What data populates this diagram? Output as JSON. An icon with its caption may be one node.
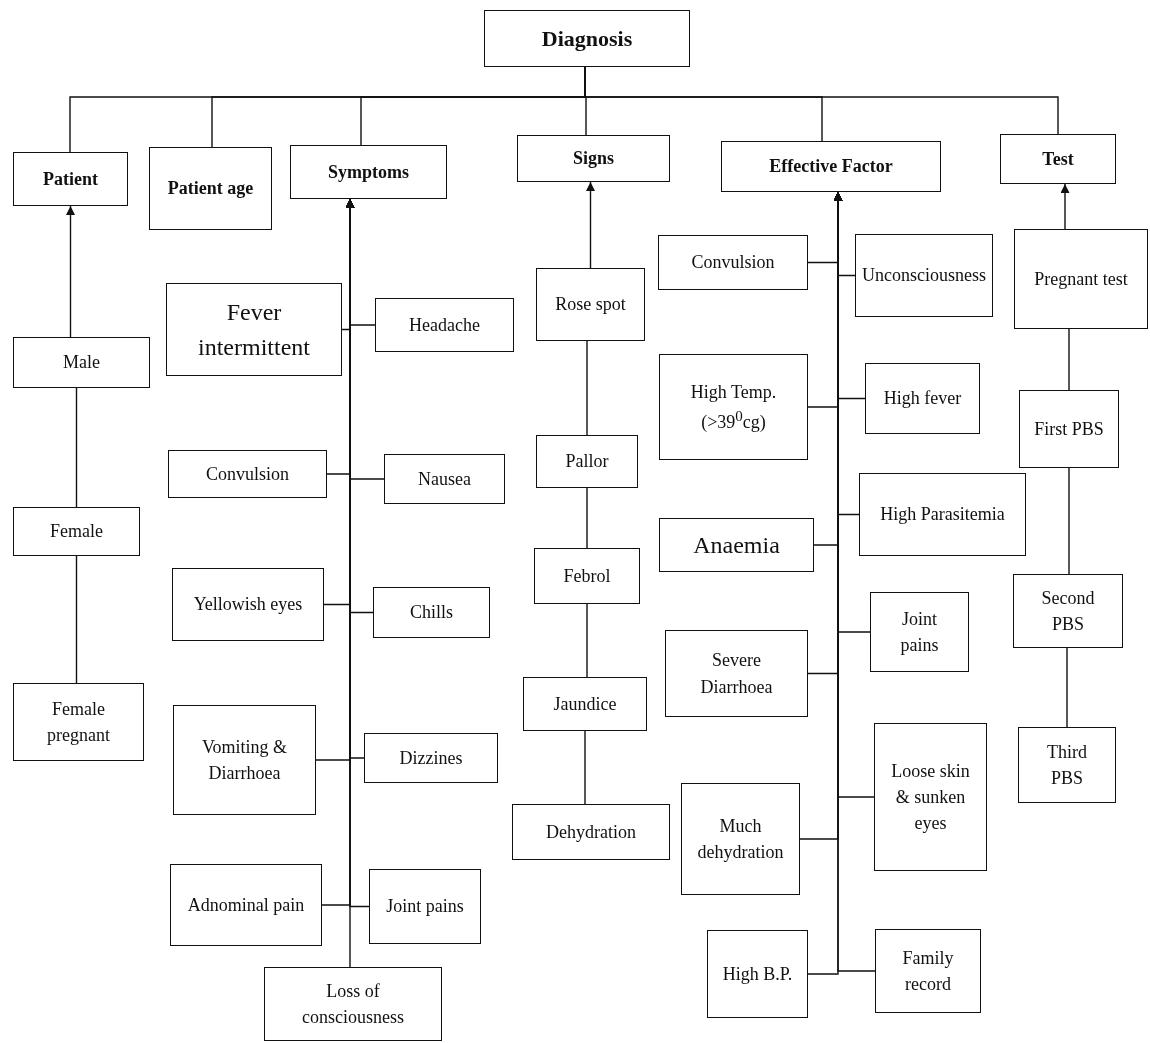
{
  "diagram": {
    "nodes": [
      {
        "text": [
          "Diagnosis"
        ]
      },
      {
        "text": [
          "Patient"
        ]
      },
      {
        "text": [
          "Patient age"
        ]
      },
      {
        "text": [
          "Symptoms"
        ]
      },
      {
        "text": [
          "Signs"
        ]
      },
      {
        "text": [
          "Effective Factor"
        ]
      },
      {
        "text": [
          "Test"
        ]
      },
      {
        "text": [
          "Male"
        ]
      },
      {
        "text": [
          "Female"
        ]
      },
      {
        "text": [
          "Female pregnant"
        ]
      },
      {
        "text": [
          "Fever intermittent"
        ]
      },
      {
        "text": [
          "Headache"
        ]
      },
      {
        "text": [
          "Convulsion"
        ]
      },
      {
        "text": [
          "Nausea"
        ]
      },
      {
        "text": [
          "Yellowish eyes"
        ]
      },
      {
        "text": [
          "Chills"
        ]
      },
      {
        "text": [
          "Vomiting & Diarrhoea"
        ]
      },
      {
        "text": [
          "Dizzines"
        ]
      },
      {
        "text": [
          "Adnominal pain"
        ]
      },
      {
        "text": [
          "Joint pains"
        ]
      },
      {
        "text": [
          "Loss of consciousness"
        ]
      },
      {
        "text": [
          "Rose spot"
        ]
      },
      {
        "text": [
          "Pallor"
        ]
      },
      {
        "text": [
          "Febrol"
        ]
      },
      {
        "text": [
          "Jaundice"
        ]
      },
      {
        "text": [
          "Dehydration"
        ]
      },
      {
        "text": [
          "Convulsion"
        ]
      },
      {
        "text": [
          "Unconsciousness"
        ]
      },
      {
        "text": [
          "High Temp. (>39$^{0}$cg)"
        ]
      },
      {
        "text": [
          "High fever"
        ]
      },
      {
        "text": [
          "Anaemia"
        ]
      },
      {
        "text": [
          "High Parasitemia"
        ]
      },
      {
        "text": [
          "Severe Diarrhoea"
        ]
      },
      {
        "text": [
          "Joint pains"
        ]
      },
      {
        "text": [
          "Much dehydration"
        ]
      },
      {
        "text": [
          "Loose skin & sunken eyes"
        ]
      },
      {
        "text": [
          "High B.P."
        ]
      },
      {
        "text": [
          "Family record"
        ]
      },
      {
        "text": [
          "Pregnant test"
        ]
      },
      {
        "text": [
          "First PBS"
        ]
      },
      {
        "text": [
          "Second PBS"
        ]
      },
      {
        "text": [
          "Third PBS"
        ]
      }
    ],
    "edges": [
      {
        "from": 0,
        "to": 1,
        "arrow": "none"
      },
      {
        "from": 0,
        "to": 2,
        "arrow": "none"
      },
      {
        "from": 0,
        "to": 3,
        "arrow": "none"
      },
      {
        "from": 0,
        "to": 4,
        "arrow": "none"
      },
      {
        "from": 0,
        "to": 5,
        "arrow": "none"
      },
      {
        "from": 0,
        "to": 6,
        "arrow": "none"
      },
      {
        "from": 7,
        "to": 1,
        "arrow": "to"
      },
      {
        "from": 8,
        "to": 7,
        "arrow": "none"
      },
      {
        "from": 9,
        "to": 8,
        "arrow": "none"
      },
      {
        "from": 10,
        "to": 3,
        "arrow": "to"
      },
      {
        "from": 11,
        "to": 3,
        "arrow": "to"
      },
      {
        "from": 12,
        "to": 3,
        "arrow": "to"
      },
      {
        "from": 13,
        "to": 3,
        "arrow": "to"
      },
      {
        "from": 14,
        "to": 3,
        "arrow": "to"
      },
      {
        "from": 15,
        "to": 3,
        "arrow": "to"
      },
      {
        "from": 16,
        "to": 3,
        "arrow": "to"
      },
      {
        "from": 17,
        "to": 3,
        "arrow": "to"
      },
      {
        "from": 18,
        "to": 3,
        "arrow": "to"
      },
      {
        "from": 19,
        "to": 3,
        "arrow": "to"
      },
      {
        "from": 20,
        "to": 3,
        "arrow": "to"
      },
      {
        "from": 21,
        "to": 4,
        "arrow": "to"
      },
      {
        "from": 22,
        "to": 21,
        "arrow": "none"
      },
      {
        "from": 23,
        "to": 22,
        "arrow": "none"
      },
      {
        "from": 24,
        "to": 23,
        "arrow": "none"
      },
      {
        "from": 25,
        "to": 24,
        "arrow": "none"
      },
      {
        "from": 26,
        "to": 5,
        "arrow": "to"
      },
      {
        "from": 27,
        "to": 5,
        "arrow": "to"
      },
      {
        "from": 28,
        "to": 5,
        "arrow": "to"
      },
      {
        "from": 29,
        "to": 5,
        "arrow": "to"
      },
      {
        "from": 30,
        "to": 5,
        "arrow": "to"
      },
      {
        "from": 31,
        "to": 5,
        "arrow": "to"
      },
      {
        "from": 32,
        "to": 5,
        "arrow": "to"
      },
      {
        "from": 33,
        "to": 5,
        "arrow": "to"
      },
      {
        "from": 34,
        "to": 5,
        "arrow": "to"
      },
      {
        "from": 35,
        "to": 5,
        "arrow": "to"
      },
      {
        "from": 36,
        "to": 5,
        "arrow": "to"
      },
      {
        "from": 37,
        "to": 5,
        "arrow": "to"
      },
      {
        "from": 38,
        "to": 6,
        "arrow": "to"
      },
      {
        "from": 39,
        "to": 38,
        "arrow": "none"
      },
      {
        "from": 40,
        "to": 39,
        "arrow": "none"
      },
      {
        "from": 41,
        "to": 40,
        "arrow": "none"
      }
    ]
  }
}
